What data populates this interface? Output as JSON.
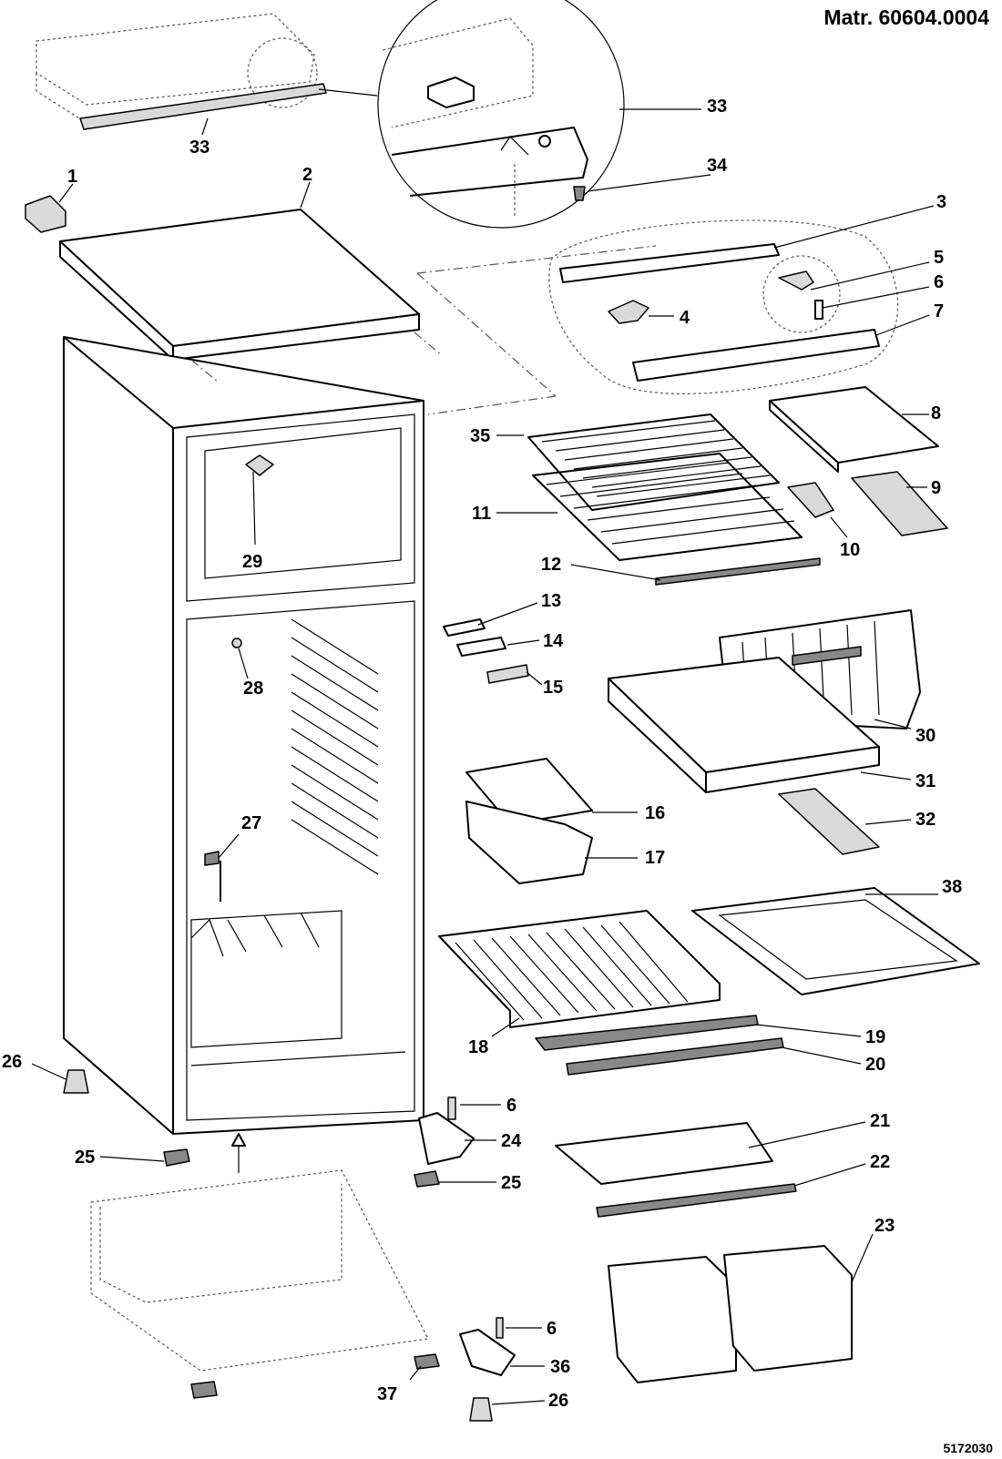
{
  "header": {
    "title": "Matr. 60604.0004"
  },
  "footer": {
    "code": "5172030"
  },
  "parts": {
    "p1": "1",
    "p2": "2",
    "p3": "3",
    "p4": "4",
    "p5": "5",
    "p6": "6",
    "p7": "7",
    "p8": "8",
    "p9": "9",
    "p10": "10",
    "p11": "11",
    "p12": "12",
    "p13": "13",
    "p14": "14",
    "p15": "15",
    "p16": "16",
    "p17": "17",
    "p18": "18",
    "p19": "19",
    "p20": "20",
    "p21": "21",
    "p22": "22",
    "p23": "23",
    "p24": "24",
    "p25": "25",
    "p26": "26",
    "p27": "27",
    "p28": "28",
    "p29": "29",
    "p30": "30",
    "p31": "31",
    "p32": "32",
    "p33": "33",
    "p34": "34",
    "p35": "35",
    "p36": "36",
    "p37": "37",
    "p38": "38"
  }
}
